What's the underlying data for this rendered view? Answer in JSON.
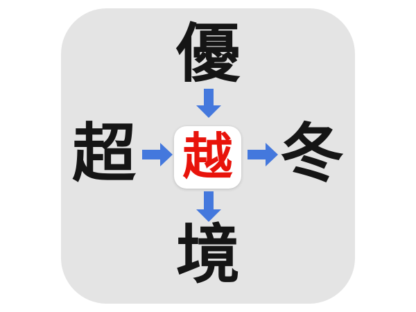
{
  "puzzle": {
    "type": "kanji-fill-in-puzzle",
    "center": {
      "char": "越"
    },
    "around": {
      "top": {
        "char": "優"
      },
      "left": {
        "char": "超"
      },
      "right": {
        "char": "冬"
      },
      "bottom": {
        "char": "境"
      }
    },
    "arrows": [
      {
        "name": "down-arrow-icon",
        "from": "top",
        "to": "center",
        "direction": "down"
      },
      {
        "name": "right-arrow-icon",
        "from": "left",
        "to": "center",
        "direction": "right"
      },
      {
        "name": "right-arrow-icon",
        "from": "center",
        "to": "right",
        "direction": "right"
      },
      {
        "name": "down-arrow-icon",
        "from": "center",
        "to": "bottom",
        "direction": "down"
      }
    ],
    "colors": {
      "page_background": "#ffffff",
      "card_background": "#e4e4e4",
      "kanji_color": "#151515",
      "center_kanji_color": "#e8130b",
      "arrow_color": "#4478dd",
      "center_tile_color": "#ffffff"
    }
  }
}
